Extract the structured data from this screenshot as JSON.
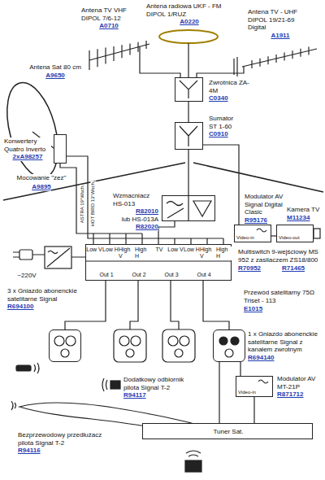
{
  "diagram": {
    "nodes": [
      {
        "text": [
          "Antena TV VHF DIPOL 7/6-12",
          "A0710"
        ]
      },
      {
        "text": [
          "Antena radiowa UKF - FM DIPOL 1/RUZ",
          "A0220"
        ]
      },
      {
        "text": [
          "Antena TV - UHF DIPOL 19/21-69 Digital",
          "A1911"
        ]
      },
      {
        "text": [
          "Zwrotnica ZA-4M",
          "C0340"
        ]
      },
      {
        "text": [
          "Antena Sat 80 cm",
          "A9650"
        ]
      },
      {
        "text": [
          "Konwertery Quatro Inverto",
          "2xA98257"
        ]
      },
      {
        "text": [
          "Sumator ST 1-60",
          "C0910"
        ]
      },
      {
        "text": [
          "Wzmacniacz HS-013",
          "R82010",
          "lub HS-013A",
          "R82020"
        ]
      },
      {
        "text": [
          "Modulator AV Signal Digital Clasic",
          "R95176",
          "Video-in"
        ]
      },
      {
        "text": [
          "Kamera TV",
          "M11234",
          "Video-out"
        ]
      },
      {
        "text": [
          "Multiswitch 9-wejściowy MS 952 z zasilaczem ZS18/800",
          "R70952",
          "R71465",
          "Low V",
          "Low H",
          "High V",
          "High H",
          "TV",
          "Low V",
          "Low H",
          "High V",
          "High H",
          "Out 1",
          "Out 2",
          "Out 3",
          "Out 4"
        ]
      },
      {
        "text": [
          "3 x Gniazdo abonenckie satelitarne Signal",
          "R694100"
        ]
      },
      {
        "text": [
          "1 x Gniazdo abonenckie satelitarne Signal z kanałem zwrotnym",
          "R694140"
        ]
      },
      {
        "text": [
          "Modulator AV MT-21P",
          "R871712",
          "Video-in"
        ]
      },
      {
        "text": [
          "Dodatkowy odbiornik pilota Signal T-2",
          "R94117"
        ]
      },
      {
        "text": [
          "Bezprzewodowy przedłużacz pilota Signal T-2",
          "R94116"
        ]
      },
      {
        "text": [
          "Tuner Sat."
        ]
      }
    ],
    "edges": [
      {
        "from": 0,
        "to": 3,
        "arrow": "none"
      },
      {
        "from": 1,
        "to": 3,
        "arrow": "none"
      },
      {
        "from": 2,
        "to": 3,
        "arrow": "none"
      },
      {
        "from": 3,
        "to": 6,
        "arrow": "none"
      },
      {
        "from": 8,
        "to": 6,
        "arrow": "none"
      },
      {
        "from": 6,
        "to": 7,
        "arrow": "none"
      },
      {
        "from": 9,
        "to": 8,
        "arrow": "none"
      },
      {
        "from": 7,
        "to": 10,
        "arrow": "none"
      },
      {
        "from": 5,
        "to": 10,
        "arrow": "none"
      },
      {
        "from": 10,
        "to": 11,
        "arrow": "none"
      },
      {
        "from": 10,
        "to": 12,
        "arrow": "none"
      },
      {
        "from": 12,
        "to": 13,
        "arrow": "none"
      },
      {
        "from": 12,
        "to": 16,
        "arrow": "none"
      },
      {
        "from": 13,
        "to": 16,
        "arrow": "none"
      }
    ],
    "labels": [
      "Mocowanie \"zez\"",
      "A9895",
      "ASTRA 19°Wsch.",
      "HOT BIRD 13°Wsch.",
      "~220V",
      "Przewód satelitarny 75Ω Triset - 113",
      "E1015"
    ]
  }
}
